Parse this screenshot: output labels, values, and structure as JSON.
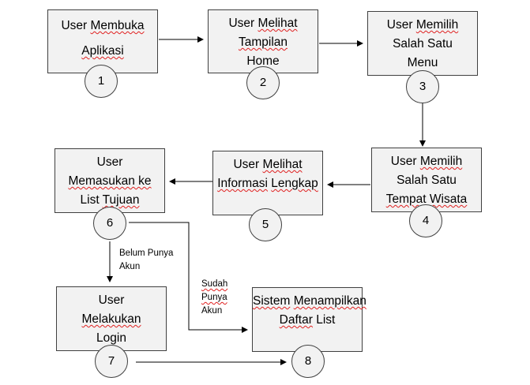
{
  "nodes": [
    {
      "id": "n1",
      "lines": [
        "User Membuka",
        "Aplikasi"
      ],
      "step": "1"
    },
    {
      "id": "n2",
      "lines": [
        "User Melihat",
        "Tampilan",
        "Home"
      ],
      "step": "2"
    },
    {
      "id": "n3",
      "lines": [
        "User Memilih",
        "Salah Satu",
        "Menu"
      ],
      "step": "3"
    },
    {
      "id": "n4",
      "lines": [
        "User Memilih",
        "Salah Satu",
        "Tempat Wisata"
      ],
      "step": "4"
    },
    {
      "id": "n5",
      "lines": [
        "User Melihat",
        "Informasi",
        "Lengkap"
      ],
      "step": "5"
    },
    {
      "id": "n6",
      "lines": [
        "User",
        "Memasukan ke",
        "List Tujuan"
      ],
      "step": "6"
    },
    {
      "id": "n7",
      "lines": [
        "User",
        "Melakukan",
        "Login"
      ],
      "step": "7"
    },
    {
      "id": "n8",
      "lines": [
        "Sistem",
        "Menampilkan",
        "Daftar List"
      ],
      "step": "8"
    }
  ],
  "edges": [
    {
      "from": "n1",
      "to": "n2"
    },
    {
      "from": "n2",
      "to": "n3"
    },
    {
      "from": "n3",
      "to": "n4"
    },
    {
      "from": "n4",
      "to": "n5"
    },
    {
      "from": "n5",
      "to": "n6"
    },
    {
      "from": "n6",
      "to": "n7",
      "label": [
        "Belum Punya",
        "Akun"
      ]
    },
    {
      "from": "n6",
      "to": "n8",
      "label": [
        "Sudah",
        "Punya",
        "Akun"
      ]
    },
    {
      "from": "n7",
      "to": "n8"
    }
  ]
}
